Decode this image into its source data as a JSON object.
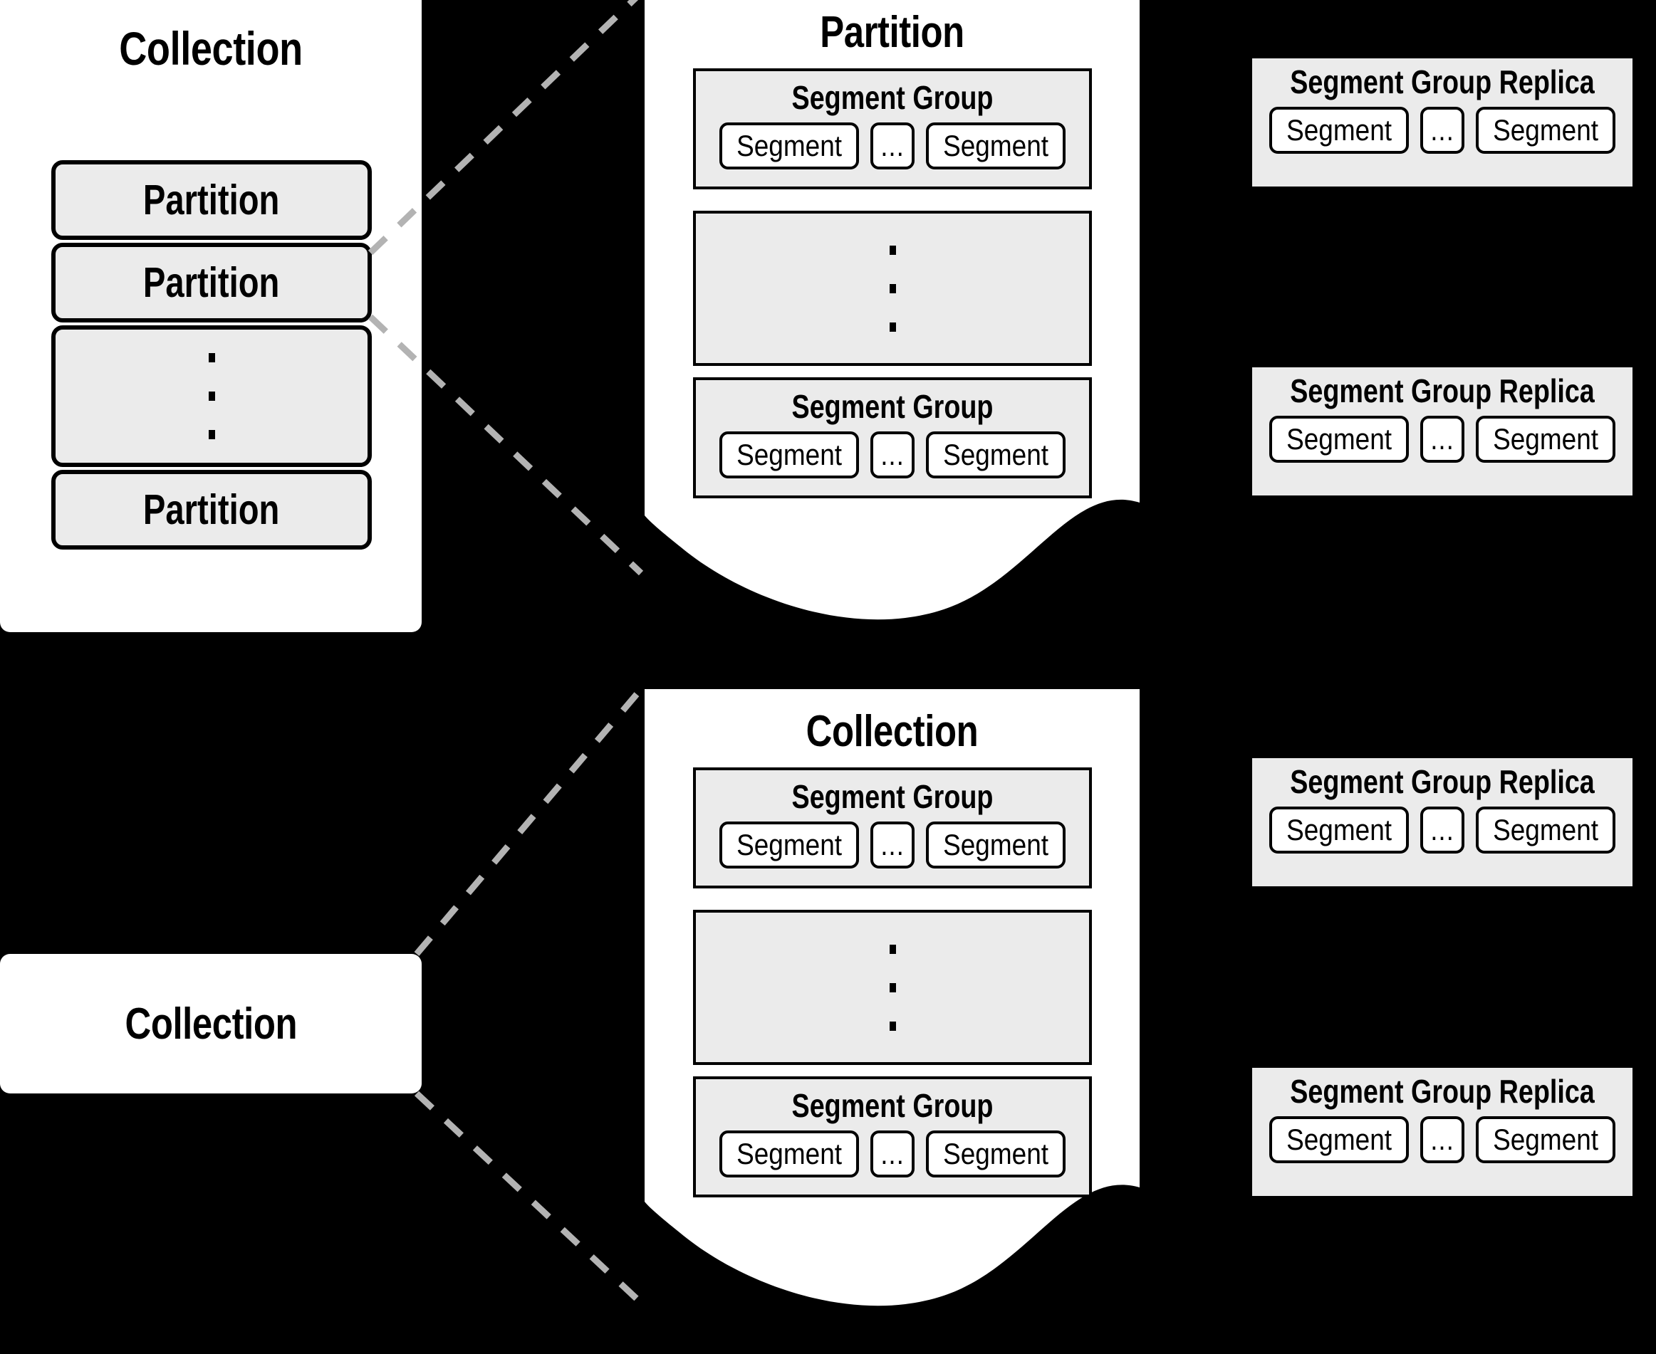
{
  "background_color": "#000000",
  "palette": {
    "sheet": "#ffffff",
    "box_fill": "#ebebeb",
    "stroke": "#000000",
    "connector": "#b3b3b3"
  },
  "left_collection": {
    "title": "Collection",
    "partitions": [
      {
        "label": "Partition"
      },
      {
        "label": "Partition"
      },
      {
        "label": "ellipsis-vertical"
      },
      {
        "label": "Partition"
      }
    ]
  },
  "partition_panel": {
    "title": "Partition",
    "segment_groups": [
      {
        "title": "Segment Group",
        "segments": [
          "Segment",
          "...",
          "Segment"
        ]
      },
      {
        "title": "ellipsis-vertical",
        "segments": []
      },
      {
        "title": "Segment Group",
        "segments": [
          "Segment",
          "...",
          "Segment"
        ]
      }
    ]
  },
  "partition_replicas": [
    {
      "title": "Segment Group Replica",
      "segments": [
        "Segment",
        "...",
        "Segment"
      ]
    },
    {
      "title": "Segment Group Replica",
      "segments": [
        "Segment",
        "...",
        "Segment"
      ]
    }
  ],
  "bottom_collection_pill": {
    "title": "Collection"
  },
  "collection_panel": {
    "title": "Collection",
    "segment_groups": [
      {
        "title": "Segment Group",
        "segments": [
          "Segment",
          "...",
          "Segment"
        ]
      },
      {
        "title": "ellipsis-vertical",
        "segments": []
      },
      {
        "title": "Segment Group",
        "segments": [
          "Segment",
          "...",
          "Segment"
        ]
      }
    ]
  },
  "collection_replicas": [
    {
      "title": "Segment Group Replica",
      "segments": [
        "Segment",
        "...",
        "Segment"
      ]
    },
    {
      "title": "Segment Group Replica",
      "segments": [
        "Segment",
        "...",
        "Segment"
      ]
    }
  ]
}
